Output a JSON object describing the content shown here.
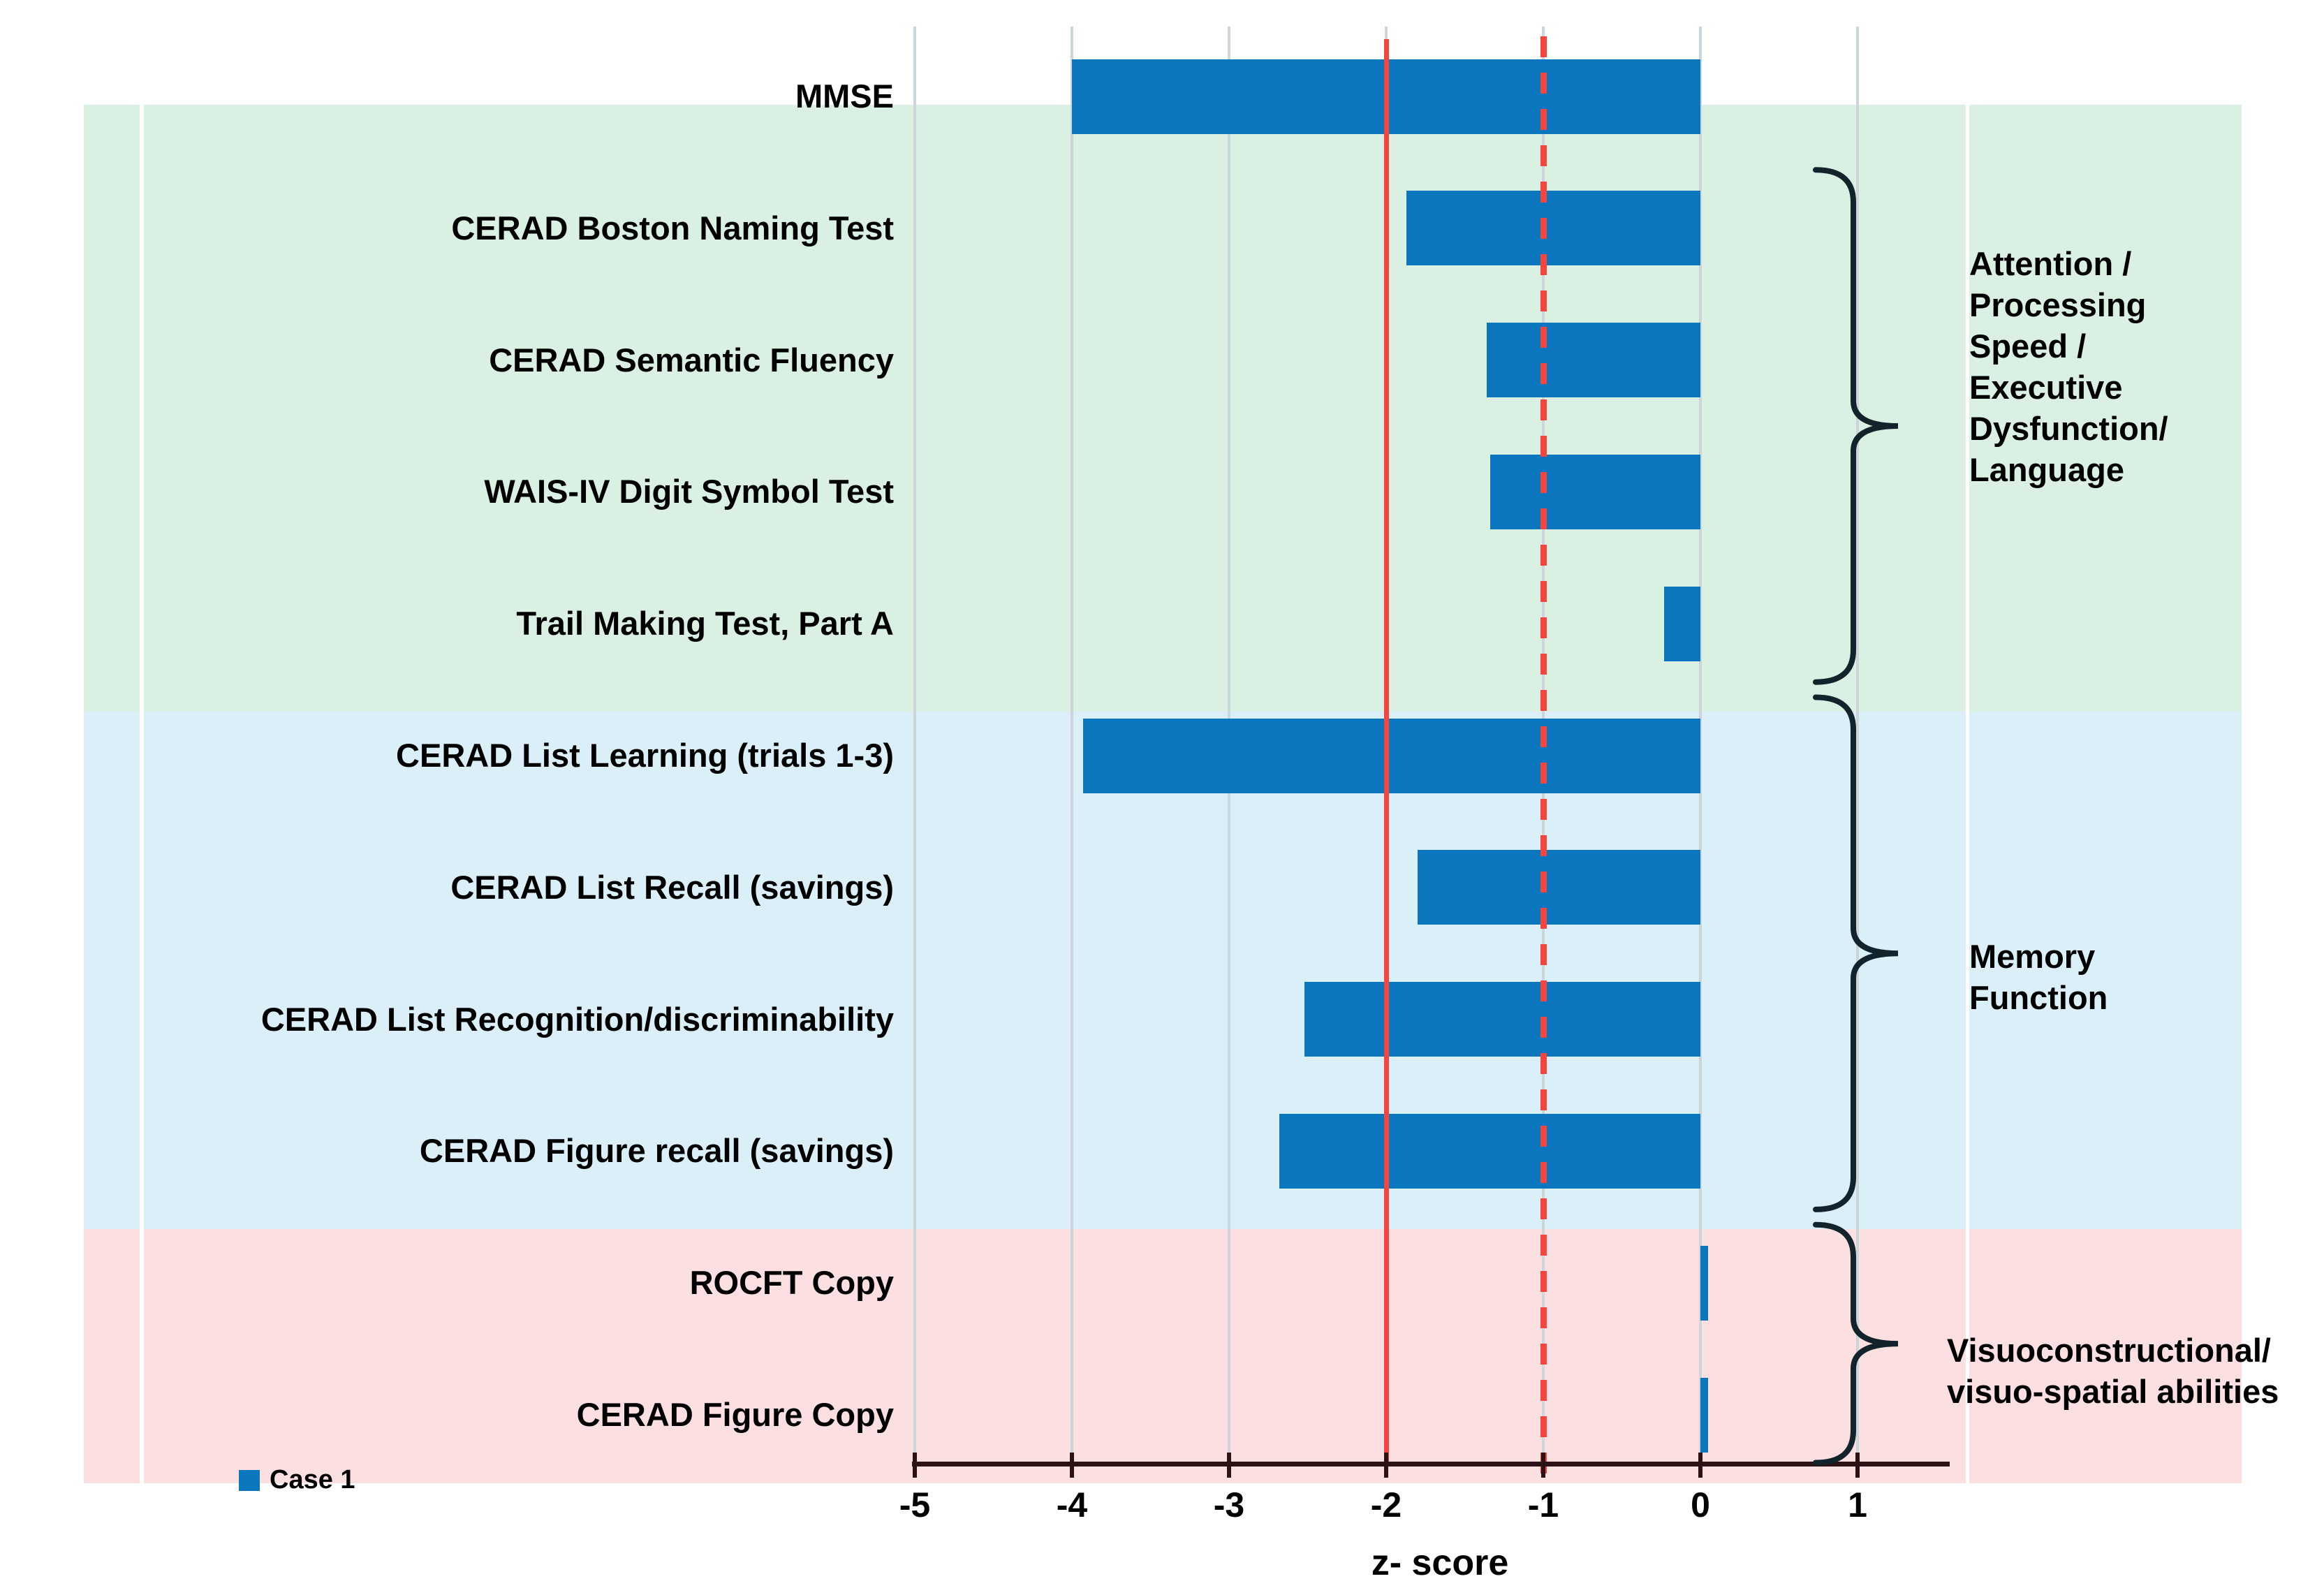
{
  "chart_data": {
    "type": "bar",
    "orientation": "horizontal",
    "title": "",
    "xlabel": "z- score",
    "xlim": [
      -5,
      1.67
    ],
    "xticks": [
      -5,
      -4,
      -3,
      -2,
      -1,
      0,
      1
    ],
    "grid": true,
    "legend_position": "bottom-left",
    "series": [
      {
        "name": "Case 1",
        "color": "#0a76be"
      }
    ],
    "categories": [
      "MMSE",
      "CERAD Boston Naming Test",
      "CERAD Semantic Fluency",
      "WAIS-IV Digit Symbol Test",
      "Trail Making Test, Part A",
      "CERAD List Learning (trials 1-3)",
      "CERAD List Recall (savings)",
      "CERAD List Recognition/discriminability",
      "CERAD Figure recall (savings)",
      "ROCFT Copy",
      "CERAD Figure Copy"
    ],
    "values": [
      -4.0,
      -1.87,
      -1.36,
      -1.34,
      -0.23,
      -3.93,
      -1.8,
      -2.52,
      -2.68,
      0.05,
      0.05
    ],
    "reference_lines": [
      {
        "x": -2,
        "style": "solid",
        "color": "#f4453f"
      },
      {
        "x": -1,
        "style": "dashed",
        "color": "#f4453f"
      }
    ],
    "groups": [
      {
        "label": "Attention / Processing Speed / Executive Dysfunction/ Language",
        "label_lines": [
          "Attention /",
          "Processing",
          "Speed /",
          "Executive",
          "Dysfunction/",
          "Language"
        ],
        "first_row": 1,
        "last_row": 4,
        "band_color": "#d9f0e3"
      },
      {
        "label": "Memory Function",
        "label_lines": [
          "Memory",
          "Function"
        ],
        "first_row": 5,
        "last_row": 8,
        "band_color": "#dbeff9"
      },
      {
        "label": "Visuoconstructional/ visuo-spatial abilities",
        "label_lines": [
          "Visuoconstructional/",
          "visuo-spatial abilities"
        ],
        "first_row": 9,
        "last_row": 10,
        "band_color": "#fbdfe1"
      }
    ]
  }
}
